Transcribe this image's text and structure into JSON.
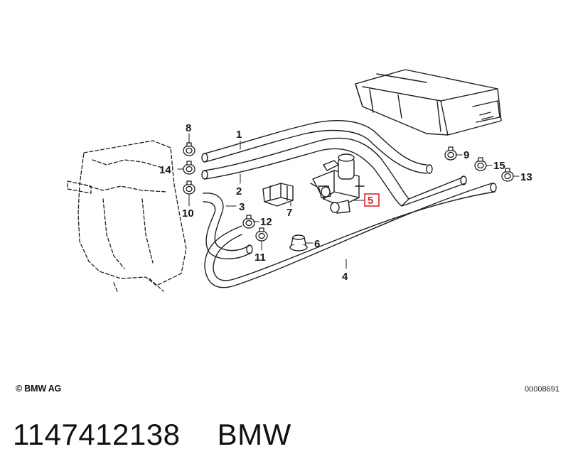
{
  "diagram": {
    "callouts": [
      {
        "id": "c1",
        "label": "1"
      },
      {
        "id": "c2",
        "label": "2"
      },
      {
        "id": "c3",
        "label": "3"
      },
      {
        "id": "c4",
        "label": "4"
      },
      {
        "id": "c5",
        "label": "5",
        "highlighted": true
      },
      {
        "id": "c6",
        "label": "6"
      },
      {
        "id": "c7",
        "label": "7"
      },
      {
        "id": "c8",
        "label": "8"
      },
      {
        "id": "c9",
        "label": "9"
      },
      {
        "id": "c10",
        "label": "10"
      },
      {
        "id": "c11",
        "label": "11"
      },
      {
        "id": "c12",
        "label": "12"
      },
      {
        "id": "c13",
        "label": "13"
      },
      {
        "id": "c14",
        "label": "14"
      },
      {
        "id": "c15",
        "label": "15"
      }
    ],
    "highlight_color": "#d9262c"
  },
  "footer": {
    "copyright": "© BMW AG",
    "drawing_number": "00008691"
  },
  "caption": {
    "part_number": "1147412138",
    "brand": "BMW"
  }
}
